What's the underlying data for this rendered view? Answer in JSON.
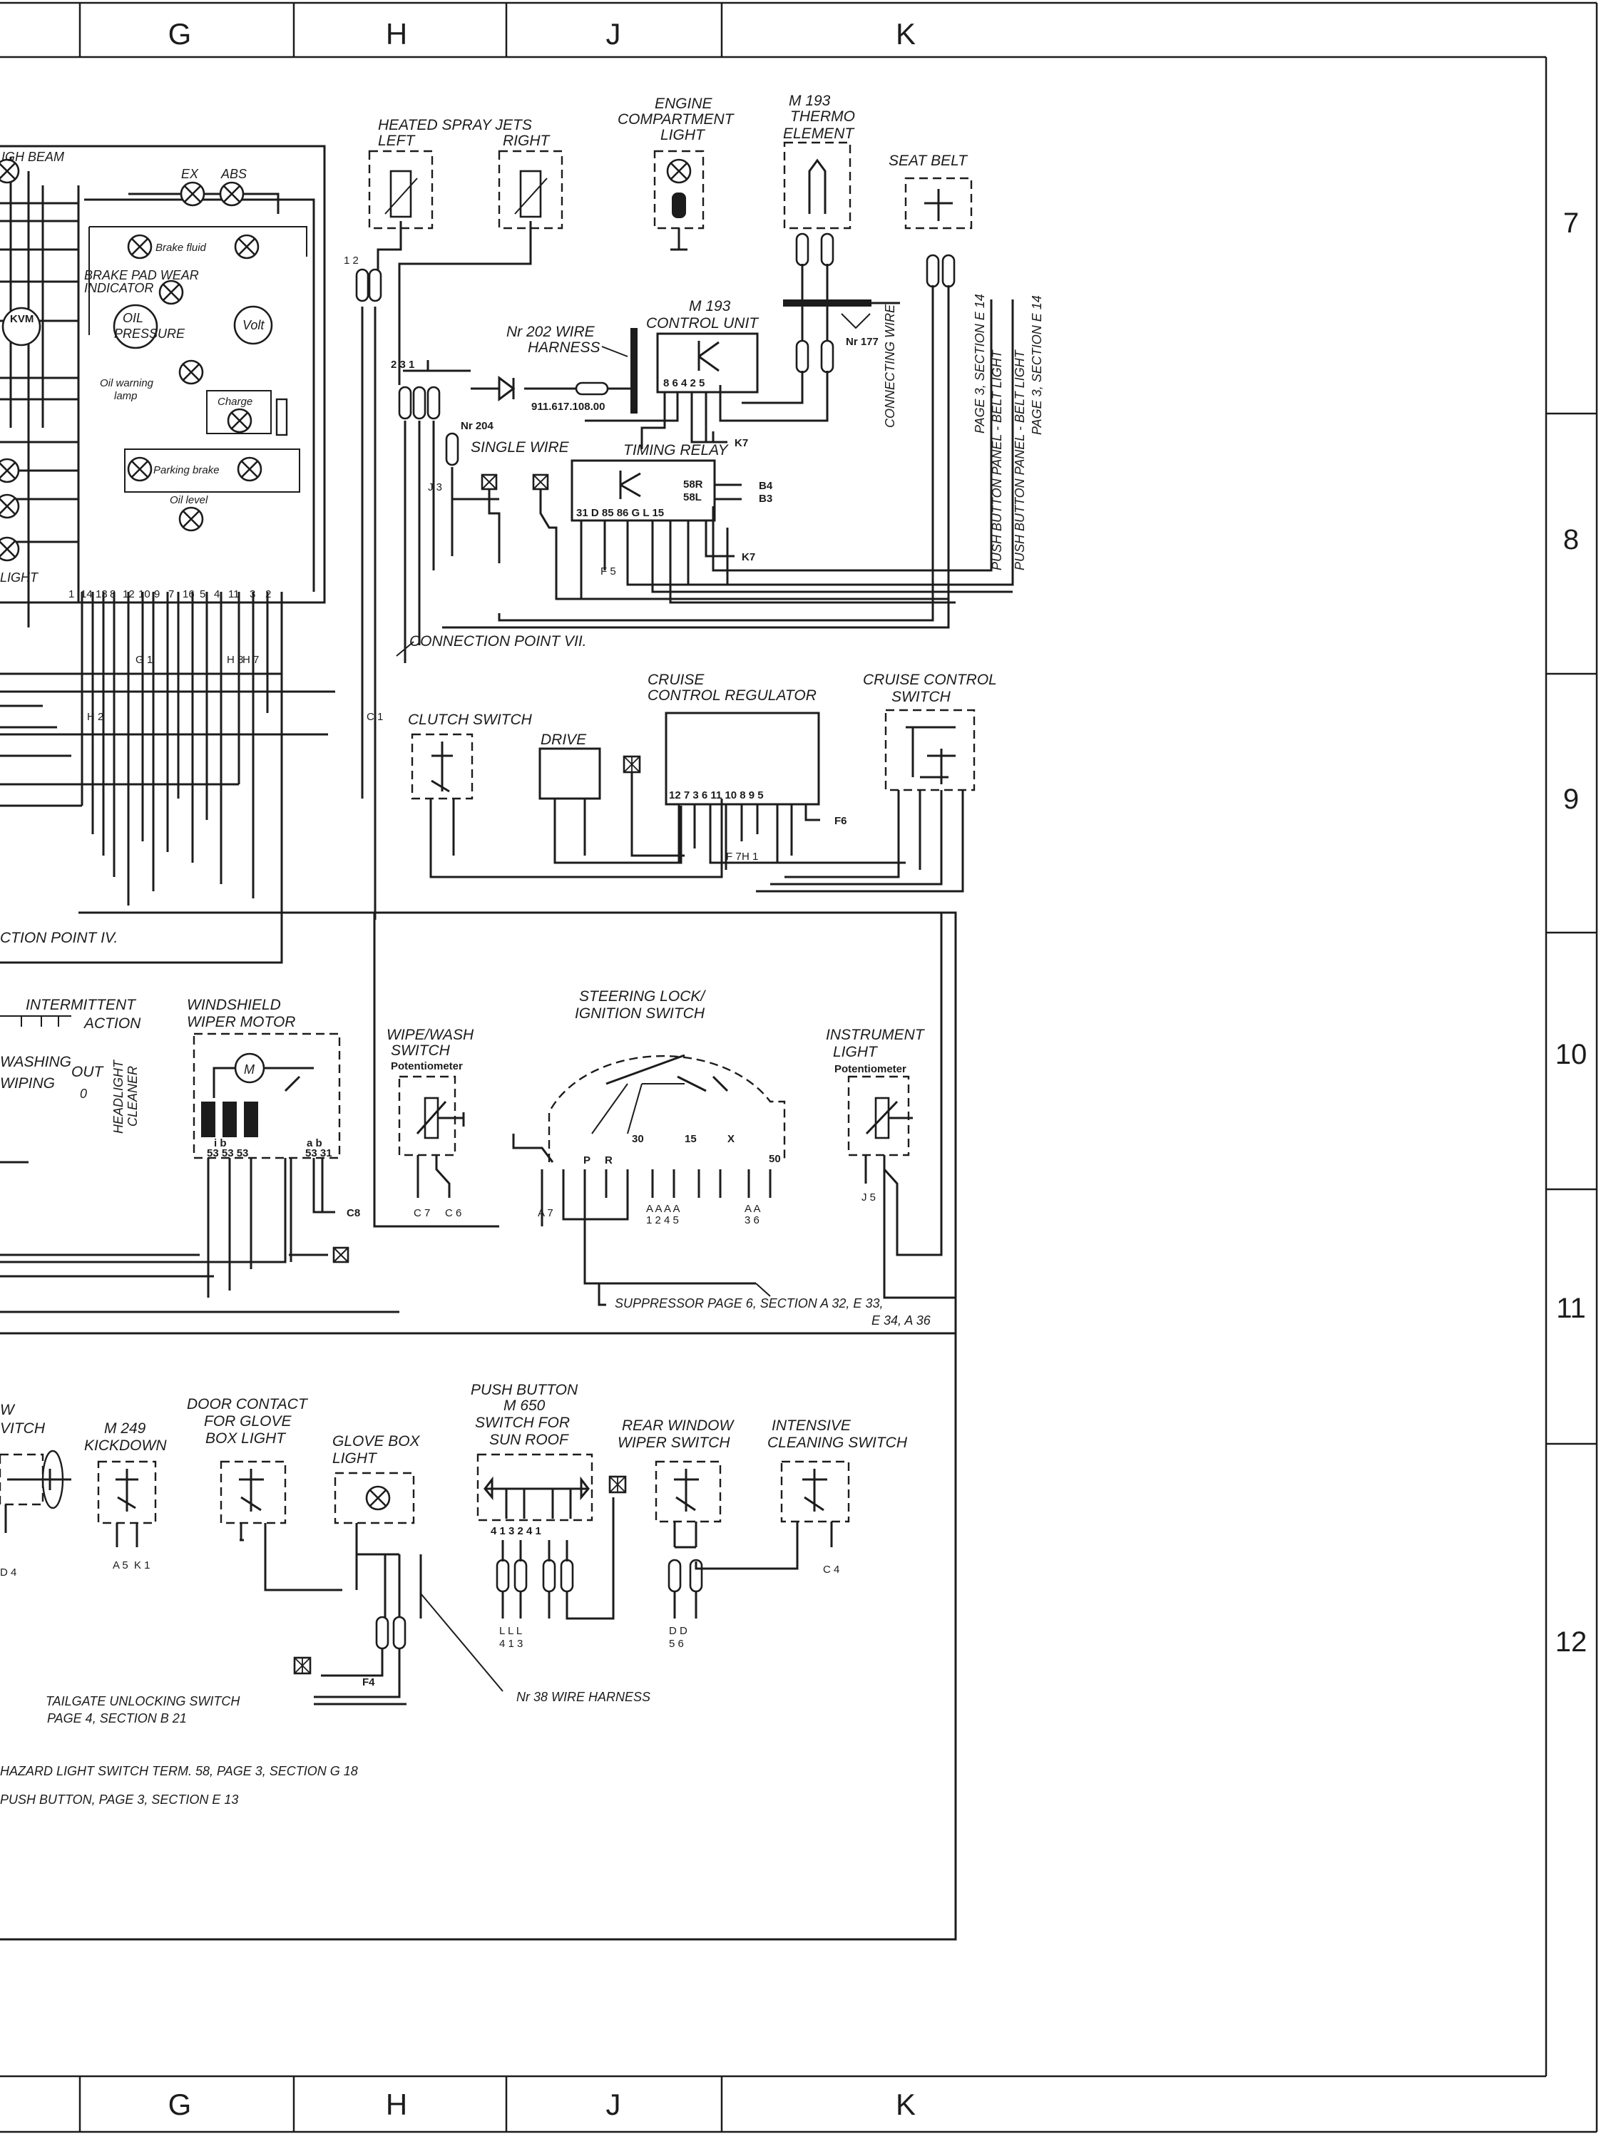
{
  "grid": {
    "columns": [
      "G",
      "H",
      "J",
      "K"
    ],
    "rows": [
      "7",
      "8",
      "9",
      "10",
      "11",
      "12"
    ]
  },
  "cluster": {
    "high_beam": "IGH BEAM",
    "ex": "EX",
    "abs": "ABS",
    "brake_fluid": "Brake fluid",
    "brake_pad_1": "BRAKE PAD WEAR",
    "brake_pad_2": "INDICATOR",
    "oil_1": "OIL",
    "oil_2": "PRESSURE",
    "kvm": "KVM",
    "volt": "Volt",
    "oil_warning_1": "Oil warning",
    "oil_warning_2": "lamp",
    "charge": "Charge",
    "parking_brake": "Parking brake",
    "oil_level": "Oil level",
    "light": "LIGHT",
    "pins": [
      "1",
      "14",
      "13",
      "8",
      "12",
      "10",
      "9",
      "7",
      "16",
      "5",
      "4",
      "11",
      "3",
      "2"
    ],
    "pin_g1": "G 1",
    "pin_h2": "H 2",
    "pin_h8": "H 8",
    "pin_h7": "H 7"
  },
  "top": {
    "spray_title": "HEATED SPRAY JETS",
    "spray_left": "LEFT",
    "spray_right": "RIGHT",
    "engine_1": "ENGINE",
    "engine_2": "COMPARTMENT",
    "engine_3": "LIGHT",
    "thermo_1": "M 193",
    "thermo_2": "THERMO",
    "thermo_3": "ELEMENT",
    "seat_belt": "SEAT BELT",
    "wire202_1": "Nr 202 WIRE",
    "wire202_2": "HARNESS",
    "ctrl_1": "M 193",
    "ctrl_2": "CONTROL UNIT",
    "ctrl_pins": "8 6 4 2 5",
    "nr177": "Nr 177",
    "diode_part": "911.617.108.00",
    "nr204": "Nr 204",
    "single_wire": "SINGLE WIRE",
    "timing_relay": "TIMING RELAY",
    "relay_pins": "31 D 85 86 G L 15",
    "relay_58r": "58R",
    "relay_58l": "58L",
    "b4": "B4",
    "b3": "B3",
    "k7a": "K7",
    "k7b": "K7",
    "f5": "F 5",
    "j3": "J 3",
    "connecting_wire": "CONNECTING WIRE",
    "seat_note_1": "PAGE 3, SECTION E 14",
    "seat_note_2": "PUSH BUTTON PANEL - BELT LIGHT",
    "seat_note_3": "PUSH BUTTON PANEL - BELT LIGHT",
    "seat_note_4": "PAGE 3, SECTION E 14",
    "pins_12": "1 2",
    "pins_231": "2 3 1"
  },
  "middle": {
    "connection_vii": "CONNECTION POINT VII.",
    "c1": "C 1",
    "clutch_switch": "CLUTCH SWITCH",
    "drive": "DRIVE",
    "cruise_reg_1": "CRUISE",
    "cruise_reg_2": "CONTROL REGULATOR",
    "cruise_sw_1": "CRUISE CONTROL",
    "cruise_sw_2": "SWITCH",
    "reg_pins": "12 7 3 6 11 10 8 9 5",
    "f6": "F6",
    "f7": "F 7",
    "h1": "H 1",
    "connection_iv": "CTION POINT IV."
  },
  "wiper": {
    "intermittent": "INTERMITTENT",
    "action": "ACTION",
    "washing": "WASHING",
    "wiping": "WIPING",
    "out": "OUT",
    "zero": "0",
    "headlight_1": "HEADLIGHT",
    "headlight_2": "CLEANER",
    "motor_1": "WINDSHIELD",
    "motor_2": "WIPER MOTOR",
    "motor_m": "M",
    "motor_pins": "53 53 53",
    "motor_pins_2": "53 31",
    "motor_ab_1": "i b",
    "motor_ab_2": "a b",
    "c8": "C8",
    "wipe_1": "WIPE/WASH",
    "wipe_2": "SWITCH",
    "potentiometer": "Potentiometer",
    "c7": "C 7",
    "c6": "C 6",
    "steer_1": "STEERING LOCK/",
    "steer_2": "IGNITION SWITCH",
    "steer_p": "P",
    "steer_r": "R",
    "steer_30": "30",
    "steer_15": "15",
    "steer_x": "X",
    "steer_50": "50",
    "a7": "A 7",
    "a_pins": "A A A A",
    "a_nums": "1 2 4 5",
    "a36": "A A",
    "a36n": "3 6",
    "instr_1": "INSTRUMENT",
    "instr_2": "LIGHT",
    "instr_pot": "Potentiometer",
    "j5": "J 5",
    "suppressor_1": "SUPPRESSOR PAGE 6, SECTION A 32, E 33,",
    "suppressor_2": "E 34, A 36"
  },
  "bottom": {
    "switch_w": "W",
    "switch_itch": "VITCH",
    "m249_1": "M 249",
    "m249_2": "KICKDOWN",
    "a5": "A 5",
    "k1": "K 1",
    "d4": "D 4",
    "door_1": "DOOR CONTACT",
    "door_2": "FOR GLOVE",
    "door_3": "BOX LIGHT",
    "glove_1": "GLOVE BOX",
    "glove_2": "LIGHT",
    "push_1": "PUSH BUTTON",
    "push_2": "M 650",
    "push_3": "SWITCH FOR",
    "push_4": "SUN ROOF",
    "push_pins": "4 1 3 2 4 1",
    "l_pins": "L L L",
    "l_nums": "4 1 3",
    "rear_1": "REAR WINDOW",
    "rear_2": "WIPER SWITCH",
    "int_1": "INTENSIVE",
    "int_2": "CLEANING SWITCH",
    "d6": "D D",
    "d6n": "5 6",
    "c4": "C 4",
    "f4": "F4",
    "tailgate_1": "TAILGATE UNLOCKING SWITCH",
    "tailgate_2": "PAGE 4, SECTION B 21",
    "nr38": "Nr 38 WIRE HARNESS",
    "note_1": "HAZARD LIGHT SWITCH TERM. 58, PAGE 3, SECTION G 18",
    "note_2": "PUSH BUTTON, PAGE 3, SECTION E 13"
  }
}
